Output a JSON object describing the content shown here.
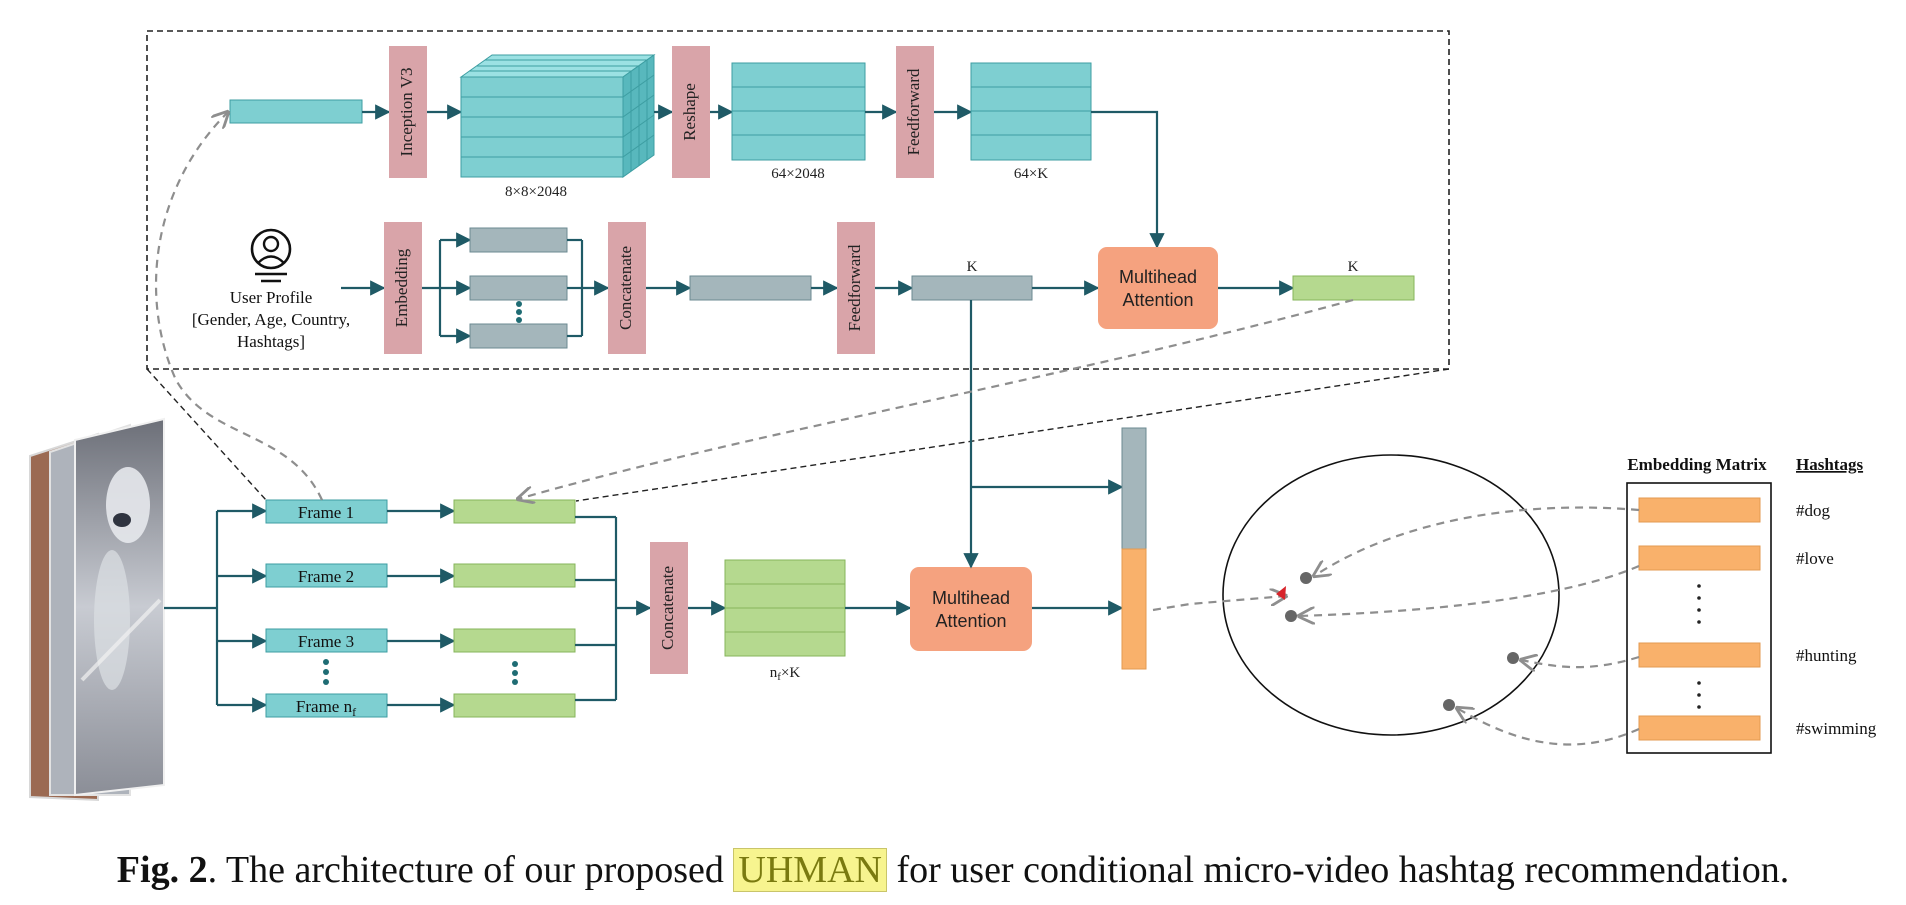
{
  "labels": {
    "inception": "Inception V3",
    "reshape": "Reshape",
    "feedforward": "Feedforward",
    "embedding": "Embedding",
    "concatenate": "Concatenate",
    "dim_cube": "8×8×2048",
    "dim_reshape": "64×2048",
    "dim_ffn": "64×K",
    "k": "K",
    "nf_k_base": "n",
    "nf_k_sub": "f",
    "nf_k_tail": "×K",
    "multihead_line1": "Multihead",
    "multihead_line2": "Attention",
    "user_profile_line1": "User Profile",
    "user_profile_line2": "[Gender, Age, Country,",
    "user_profile_line3": "Hashtags]",
    "embedding_matrix": "Embedding Matrix",
    "hashtags_header": "Hashtags"
  },
  "frames": [
    {
      "label": "Frame 1"
    },
    {
      "label": "Frame 2"
    },
    {
      "label": "Frame 3"
    },
    {
      "label": "Frame n",
      "sub": "f"
    }
  ],
  "hashtags": [
    "#dog",
    "#love",
    "#hunting",
    "#swimming"
  ],
  "caption": {
    "label": "Fig. 2",
    "pre": ". The architecture of our proposed ",
    "highlight": "UHMAN",
    "post": " for user conditional micro-video hashtag recommendation."
  },
  "colors": {
    "teal": "#7ecfd1",
    "teal_stroke": "#3d9ea2",
    "pink": "#d9a4a9",
    "slate": "#a4b6bb",
    "green": "#b5d98f",
    "orange": "#f5a27f",
    "orange_bar": "#f9b16b",
    "arrow": "#1f5a66",
    "dashed": "#8e8e8e"
  }
}
